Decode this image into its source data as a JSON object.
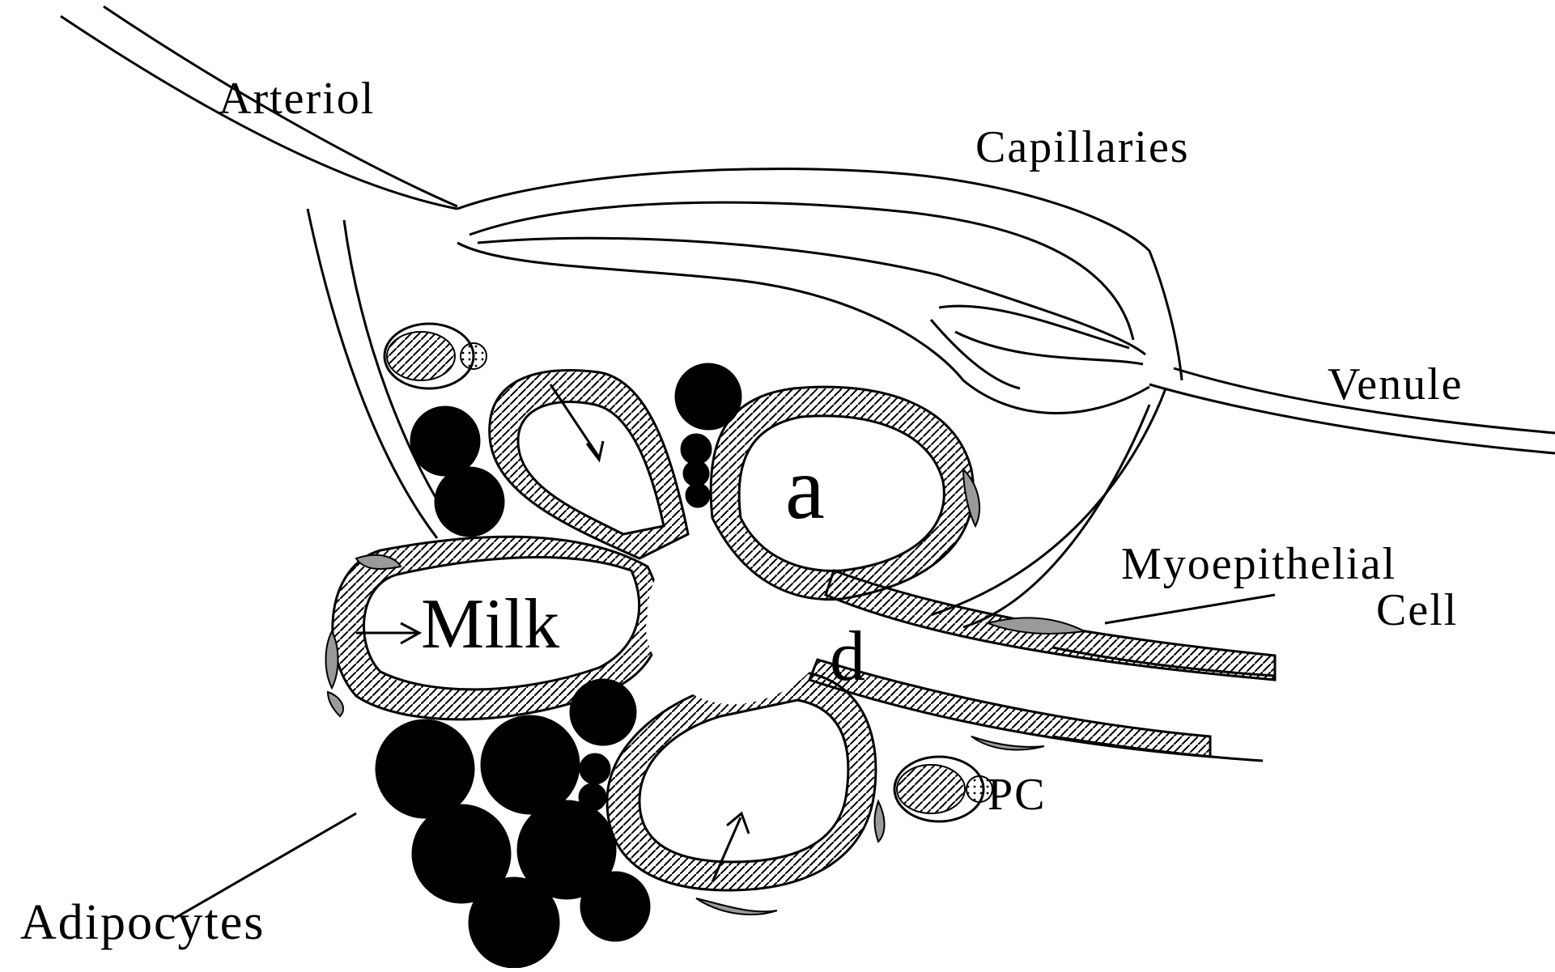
{
  "labels": {
    "arteriol": "Arteriol",
    "capillaries": "Capillaries",
    "venule": "Venule",
    "myoepithelial_line1": "Myoepithelial",
    "myoepithelial_line2": "Cell",
    "milk": "Milk",
    "alveolus": "a",
    "duct": "d",
    "plasma_cell": "PC",
    "adipocytes": "Adipocytes"
  },
  "colors": {
    "ink": "#000000",
    "background": "#ffffff",
    "myoepithelial_fill": "#9a9a9a"
  }
}
